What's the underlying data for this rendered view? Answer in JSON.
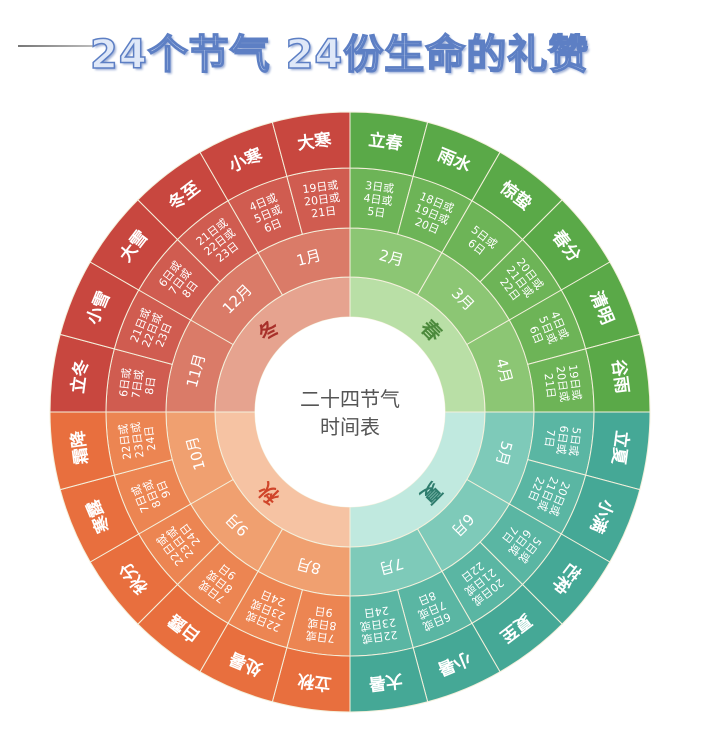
{
  "title": "24个节气 24份生命的礼赞",
  "center": {
    "line1": "二十四节气",
    "line2": "时间表"
  },
  "seasons": [
    {
      "name": "春",
      "colors": {
        "outer": "#5aa948",
        "date": "#6db457",
        "month": "#8cc674",
        "season": "#b9dfa6",
        "glyph": "#4c8a3c"
      }
    },
    {
      "name": "夏",
      "colors": {
        "outer": "#45a896",
        "date": "#5ab6a3",
        "month": "#7ecab9",
        "season": "#c0e9df",
        "glyph": "#2f7d6e"
      }
    },
    {
      "name": "秋",
      "colors": {
        "outer": "#e86f3e",
        "date": "#ec8552",
        "month": "#f0a070",
        "season": "#f6c3a3",
        "glyph": "#d0452a"
      }
    },
    {
      "name": "冬",
      "colors": {
        "outer": "#c8473f",
        "date": "#d05c50",
        "month": "#da7b68",
        "season": "#e6a38f",
        "glyph": "#a8302a"
      }
    }
  ],
  "months": [
    "2月",
    "3月",
    "4月",
    "5月",
    "6月",
    "7月",
    "8月",
    "9月",
    "10月",
    "11月",
    "12月",
    "1月"
  ],
  "terms": [
    {
      "name": "立春",
      "dates": [
        "3日或",
        "4日或",
        "5日"
      ]
    },
    {
      "name": "雨水",
      "dates": [
        "18日或",
        "19日或",
        "20日"
      ]
    },
    {
      "name": "惊蛰",
      "dates": [
        "5日或",
        "6日"
      ]
    },
    {
      "name": "春分",
      "dates": [
        "20日或",
        "21日或",
        "22日"
      ]
    },
    {
      "name": "清明",
      "dates": [
        "4日或",
        "5日或",
        "6日"
      ]
    },
    {
      "name": "谷雨",
      "dates": [
        "19日或",
        "20日或",
        "21日"
      ]
    },
    {
      "name": "立夏",
      "dates": [
        "5日或",
        "6日或",
        "7日"
      ]
    },
    {
      "name": "小满",
      "dates": [
        "20日或",
        "21日或",
        "22日"
      ]
    },
    {
      "name": "芒种",
      "dates": [
        "5日或",
        "6日或",
        "7日"
      ]
    },
    {
      "name": "夏至",
      "dates": [
        "20日或",
        "21日或",
        "22日"
      ]
    },
    {
      "name": "小暑",
      "dates": [
        "6日或",
        "7日或",
        "8日"
      ]
    },
    {
      "name": "大暑",
      "dates": [
        "22日或",
        "23日或",
        "24日"
      ]
    },
    {
      "name": "立秋",
      "dates": [
        "7日或",
        "8日或",
        "9日"
      ]
    },
    {
      "name": "处暑",
      "dates": [
        "22日或",
        "23日或",
        "24日"
      ]
    },
    {
      "name": "白露",
      "dates": [
        "7日或",
        "8日或",
        "9日"
      ]
    },
    {
      "name": "秋分",
      "dates": [
        "22日或",
        "23日或",
        "24日"
      ]
    },
    {
      "name": "寒露",
      "dates": [
        "7日或",
        "8日或",
        "9日"
      ]
    },
    {
      "name": "霜降",
      "dates": [
        "22日或",
        "23日或",
        "24日"
      ]
    },
    {
      "name": "立冬",
      "dates": [
        "6日或",
        "7日或",
        "8日"
      ]
    },
    {
      "name": "小雪",
      "dates": [
        "21日或",
        "22日或",
        "23日"
      ]
    },
    {
      "name": "大雪",
      "dates": [
        "6日或",
        "7日或",
        "8日"
      ]
    },
    {
      "name": "冬至",
      "dates": [
        "21日或",
        "22日或",
        "23日"
      ]
    },
    {
      "name": "小寒",
      "dates": [
        "4日或",
        "5日或",
        "6日"
      ]
    },
    {
      "name": "大寒",
      "dates": [
        "19日或",
        "20日或",
        "21日"
      ]
    }
  ]
}
